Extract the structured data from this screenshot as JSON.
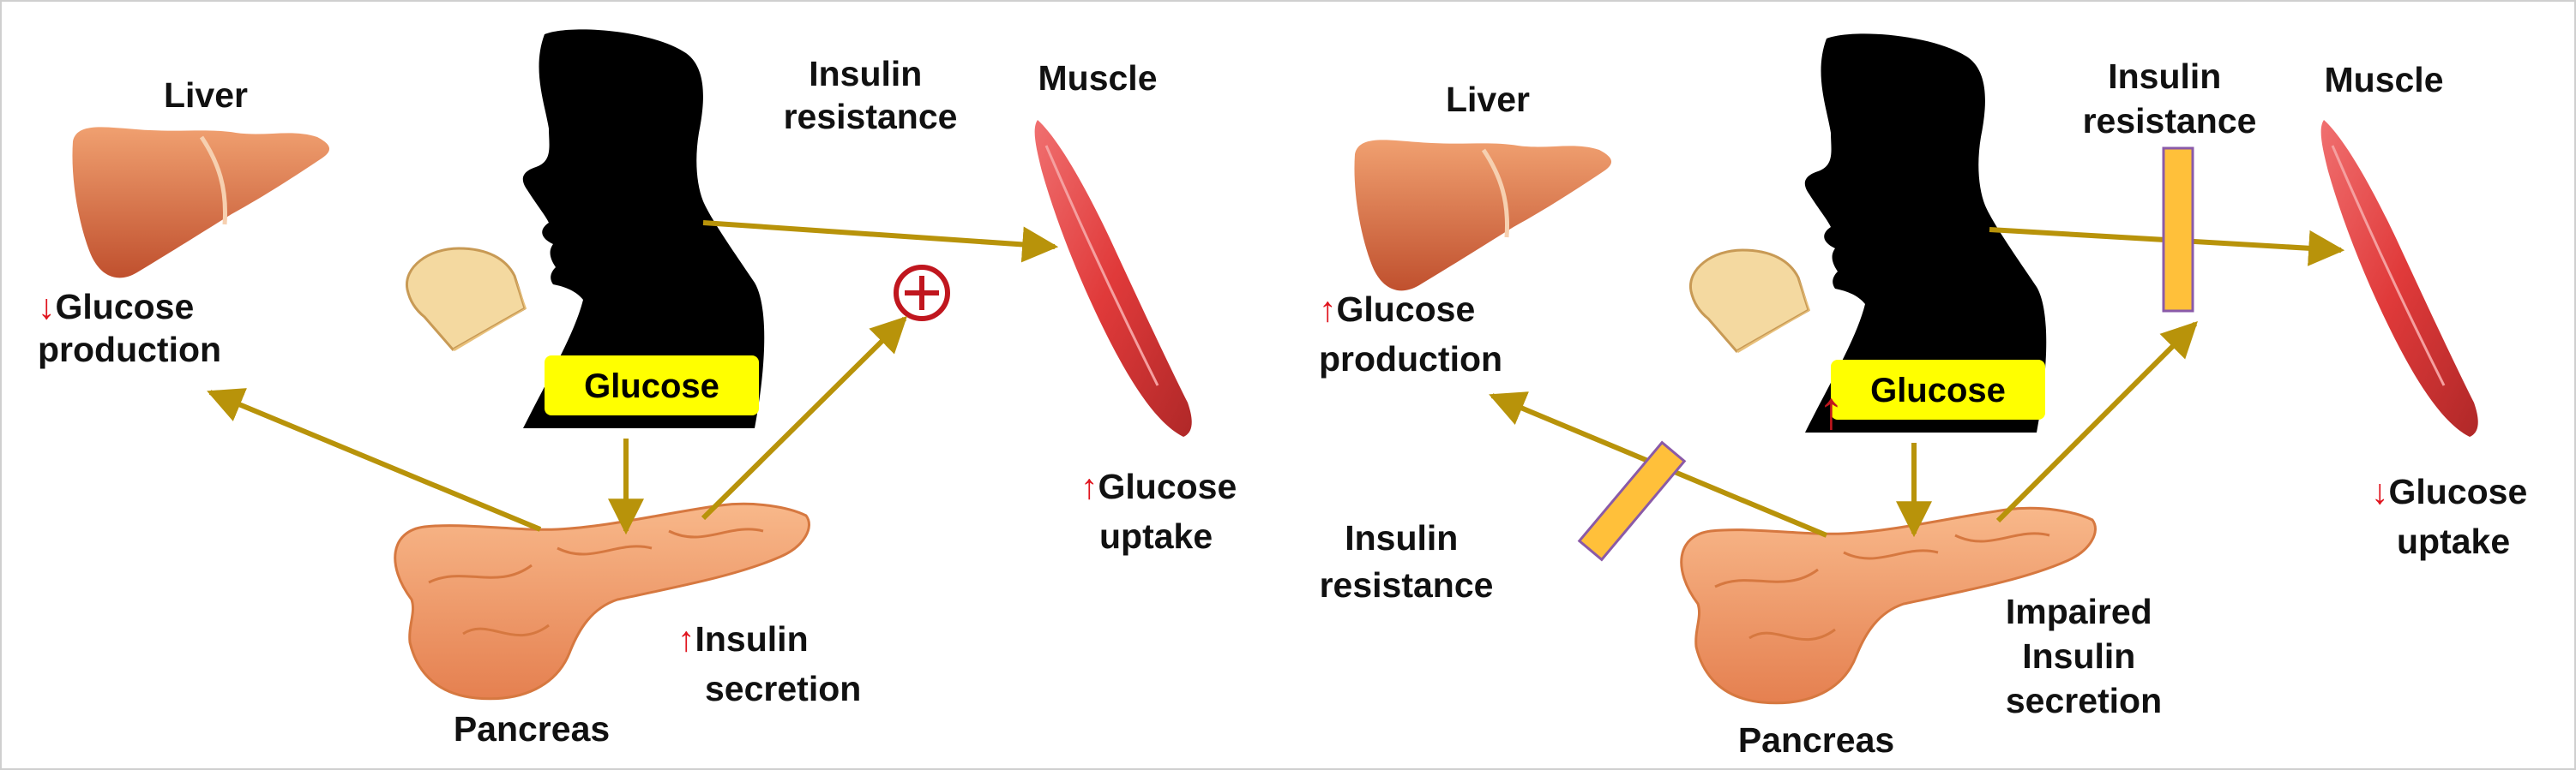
{
  "colors": {
    "arrow": "#B8930A",
    "up_down_arrow": "#E0141E",
    "glucose_box": "#FFFF00",
    "resistance_block": "#FFC03A",
    "resistance_block_border": "#8A5AA8",
    "plus_symbol": "#C0161E",
    "silhouette": "#000000",
    "liver": "#D9663E",
    "muscle": "#E04040",
    "pancreas": "#F2A06A",
    "bread": "#F4D9A0"
  },
  "panels": {
    "normal": {
      "liver_label": "Liver",
      "glucose_production": [
        "Glucose",
        "production"
      ],
      "glucose_production_direction": "↓",
      "glucose_box": "Glucose",
      "insulin_resistance": [
        "Insulin",
        "resistance"
      ],
      "muscle_label": "Muscle",
      "glucose_uptake": [
        "Glucose",
        "uptake"
      ],
      "glucose_uptake_direction": "↑",
      "plus_symbol": "⊕",
      "insulin_secretion": [
        "Insulin",
        "secretion"
      ],
      "insulin_secretion_direction": "↑",
      "pancreas_label": "Pancreas"
    },
    "diabetic": {
      "liver_label": "Liver",
      "glucose_production": [
        "Glucose",
        "production"
      ],
      "glucose_production_direction": "↑",
      "glucose_box": "Glucose",
      "glucose_box_direction": "↑",
      "insulin_resistance_top": [
        "Insulin",
        "resistance"
      ],
      "insulin_resistance_left": [
        "Insulin",
        "resistance"
      ],
      "muscle_label": "Muscle",
      "glucose_uptake": [
        "Glucose",
        "uptake"
      ],
      "glucose_uptake_direction": "↓",
      "impaired_secretion": [
        "Impaired",
        "Insulin",
        "secretion"
      ],
      "pancreas_label": "Pancreas"
    }
  }
}
